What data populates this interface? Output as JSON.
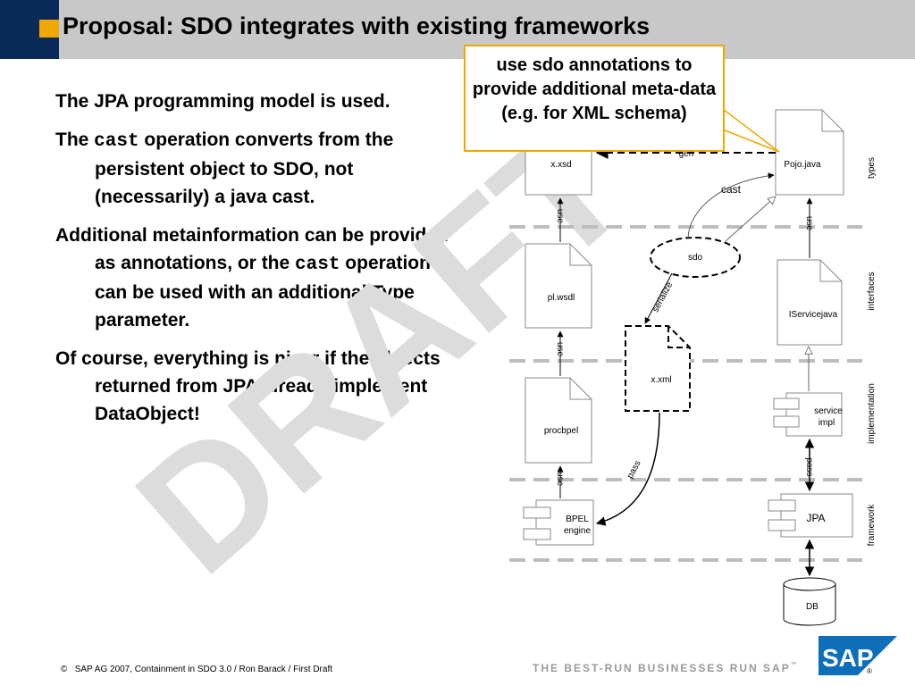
{
  "title": "Proposal:  SDO integrates with existing frameworks",
  "paragraphs": {
    "p1": "The JPA programming model is used.",
    "p2_pre": "The ",
    "p2_code": "cast",
    "p2_post": " operation converts from the persistent object to SDO, not (necessarily) a java cast.",
    "p3_pre": "Additional metainformation can be provided as annotations, or the ",
    "p3_code": "cast",
    "p3_post": " operation can be used with an additional Type parameter.",
    "p4": "Of course, everything is nicer if the objects returned from JPA already implement DataObject!"
  },
  "callout": "use sdo annotations to provide additional meta-data  (e.g. for XML schema)",
  "watermark": "DRAFT",
  "diagram": {
    "nodes": {
      "xsd": "x.xsd",
      "pojo": "Pojo.java",
      "sdo": "sdo",
      "wsdl": "pl.wsdl",
      "iservice": "IServicejava",
      "xml": "x.xml",
      "bpel": "procbpel",
      "service_impl_1": "service",
      "service_impl_2": "impl",
      "bpel_engine_1": "BPEL",
      "bpel_engine_2": "engine",
      "jpa": "JPA",
      "db": "DB"
    },
    "edges": {
      "gen": "gen",
      "cast": "cast",
      "serialize": "serialize",
      "use": "use",
      "pass": "pass"
    },
    "layers": [
      "types",
      "interfaces",
      "implementation",
      "framework"
    ]
  },
  "footer": {
    "copyright_symbol": "©",
    "text": "SAP AG 2007, Containment in SDO 3.0 / Ron Barack / First Draft",
    "tagline": "THE BEST-RUN BUSINESSES RUN SAP",
    "tm": "™",
    "logo": "SAP",
    "registered": "®"
  },
  "colors": {
    "header_bg": "#c8c8c8",
    "header_blue": "#0a2a5a",
    "accent": "#f0a800",
    "watermark": "#dcdcdc",
    "logo_blue": "#0e6eb8"
  }
}
